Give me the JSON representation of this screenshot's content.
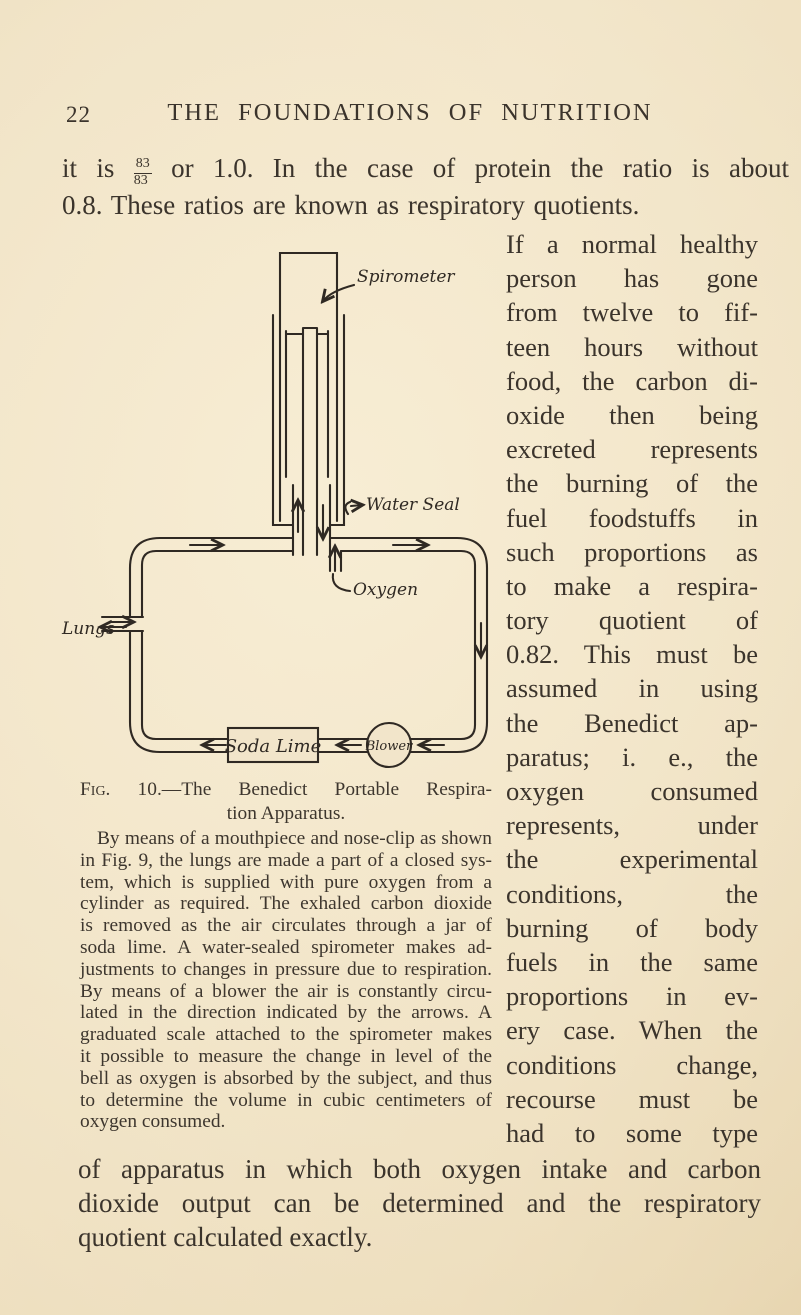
{
  "page": {
    "number": "22",
    "header_title": "THE FOUNDATIONS OF NUTRITION"
  },
  "intro": {
    "line1_pre": "it is",
    "fraction": {
      "numerator": "83",
      "denominator": "83"
    },
    "line1_rest": "or 1.0.  In the case of protein the ratio is about",
    "line2": "0.8.  These ratios are known as respiratory quotients."
  },
  "right_column": {
    "lines": [
      "If a normal healthy",
      "person has gone",
      "from twelve to fif-",
      "teen hours without",
      "food, the carbon di-",
      "oxide then being",
      "excreted represents",
      "the burning of the",
      "fuel foodstuffs in",
      "such proportions as",
      "to make a respira-",
      "tory quotient of",
      "0.82.  This must be",
      "assumed in using",
      "the Benedict ap-",
      "paratus; i. e., the",
      "oxygen consumed",
      "represents, under",
      "the experimental",
      "conditions, the",
      "burning of body",
      "fuels in the same",
      "proportions in ev-",
      "ery case.  When the",
      "conditions change,",
      "recourse must be",
      "had to some type"
    ]
  },
  "figure": {
    "labels": {
      "spirometer": "Spirometer",
      "water_seal": "Water Seal",
      "oxygen": "Oxygen",
      "lungs": "Lungs",
      "soda_lime": "Soda Lime",
      "blower": "Blower"
    },
    "caption_fig_label": "Fig. 10.—",
    "caption_title_rest": "The Benedict Portable Respira-",
    "caption_title_line2": "tion Apparatus.",
    "caption_lines": [
      "By means of a mouthpiece and nose-clip as shown",
      "in Fig. 9, the lungs are made a part of a closed sys-",
      "tem, which is supplied with pure oxygen from a",
      "cylinder as required.  The exhaled carbon dioxide",
      "is removed as the air circulates through a jar of",
      "soda lime.  A water-sealed spirometer makes ad-",
      "justments to changes in pressure due to respiration.",
      "By means of a blower the air is constantly circu-",
      "lated in the direction indicated by the arrows.  A",
      "graduated scale attached to the spirometer makes",
      "it possible to measure the change in level of the",
      "bell as oxygen is absorbed by the subject, and thus",
      "to determine the volume in cubic centimeters of",
      "oxygen consumed."
    ]
  },
  "closing": {
    "lines": [
      "of apparatus in which both oxygen intake and carbon",
      "dioxide output can be determined and the respiratory",
      "quotient calculated exactly."
    ]
  },
  "colors": {
    "paper": "#f2e5ca",
    "ink": "#3b342c",
    "diagram_ink": "#2f2923"
  }
}
